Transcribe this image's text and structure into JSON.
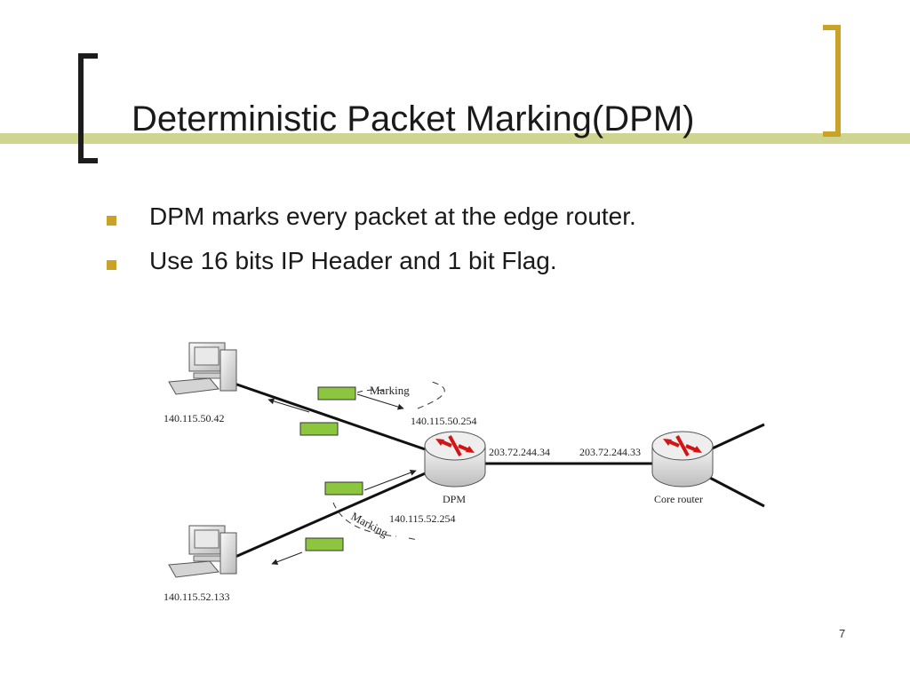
{
  "slide": {
    "title": "Deterministic Packet Marking(DPM)",
    "page_number": "7",
    "accent_color": "#c9a227",
    "title_bar_color": "#cfd48e"
  },
  "bullets": [
    {
      "text": "DPM marks every packet at the edge router."
    },
    {
      "text": "Use 16 bits IP Header and 1 bit Flag."
    }
  ],
  "diagram": {
    "host_top_ip": "140.115.50.42",
    "host_bottom_ip": "140.115.52.133",
    "dpm_ip_top": "140.115.50.254",
    "dpm_ip_bottom": "140.115.52.254",
    "dpm_ip_right": "203.72.244.34",
    "core_ip_left": "203.72.244.33",
    "dpm_label": "DPM",
    "core_label": "Core router",
    "marking_label_top": "Marking",
    "marking_label_bottom": "Marking",
    "packet_color": "#8cc63f"
  }
}
